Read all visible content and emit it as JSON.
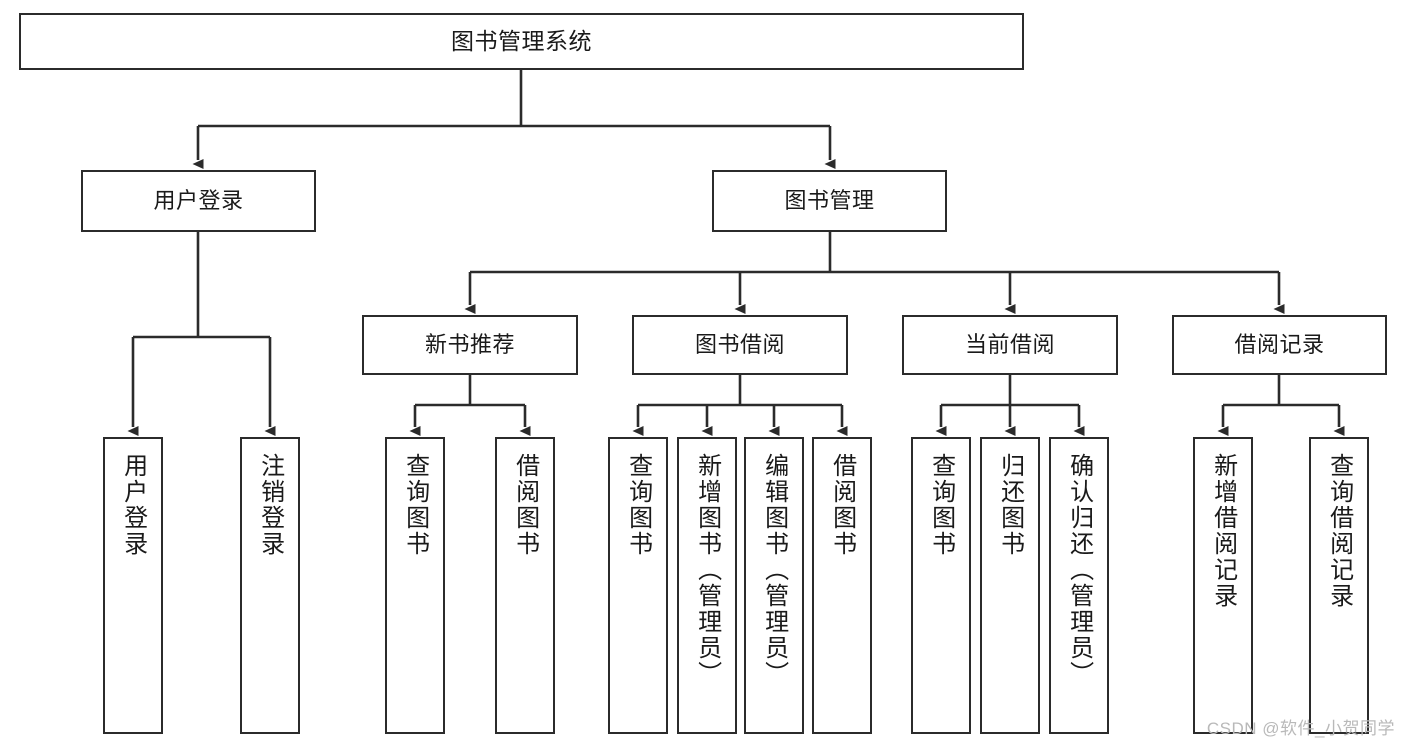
{
  "diagram": {
    "title": "图书管理系统",
    "type": "tree-hierarchy",
    "background_color": "#ffffff",
    "border_color": "#2b2b2b",
    "text_color": "#1a1a1a"
  },
  "nodes": {
    "root": {
      "label": "图书管理系统",
      "level": 0
    },
    "level1": [
      {
        "id": "user-login",
        "label": "用户登录"
      },
      {
        "id": "book-manage",
        "label": "图书管理"
      }
    ],
    "level2": [
      {
        "id": "new-book-recommend",
        "label": "新书推荐"
      },
      {
        "id": "book-borrow",
        "label": "图书借阅"
      },
      {
        "id": "current-borrow",
        "label": "当前借阅"
      },
      {
        "id": "borrow-record",
        "label": "借阅记录"
      }
    ],
    "leaves": {
      "user_login": [
        {
          "id": "leaf-user-login",
          "label": "用户登录"
        },
        {
          "id": "leaf-logout",
          "label": "注销登录"
        }
      ],
      "new_book_recommend": [
        {
          "id": "leaf-query-book-1",
          "label": "查询图书"
        },
        {
          "id": "leaf-borrow-book-1",
          "label": "借阅图书"
        }
      ],
      "book_borrow": [
        {
          "id": "leaf-query-book-2",
          "label": "查询图书"
        },
        {
          "id": "leaf-add-book",
          "label": "新增图书（管理员）"
        },
        {
          "id": "leaf-edit-book",
          "label": "编辑图书（管理员）"
        },
        {
          "id": "leaf-borrow-book-2",
          "label": "借阅图书"
        }
      ],
      "current_borrow": [
        {
          "id": "leaf-query-book-3",
          "label": "查询图书"
        },
        {
          "id": "leaf-return-book",
          "label": "归还图书"
        },
        {
          "id": "leaf-confirm-return",
          "label": "确认归还（管理员）"
        }
      ],
      "borrow_record": [
        {
          "id": "leaf-add-record",
          "label": "新增借阅记录"
        },
        {
          "id": "leaf-query-record",
          "label": "查询借阅记录"
        }
      ]
    }
  },
  "watermark": {
    "text": "CSDN @软件_小贺同学"
  }
}
